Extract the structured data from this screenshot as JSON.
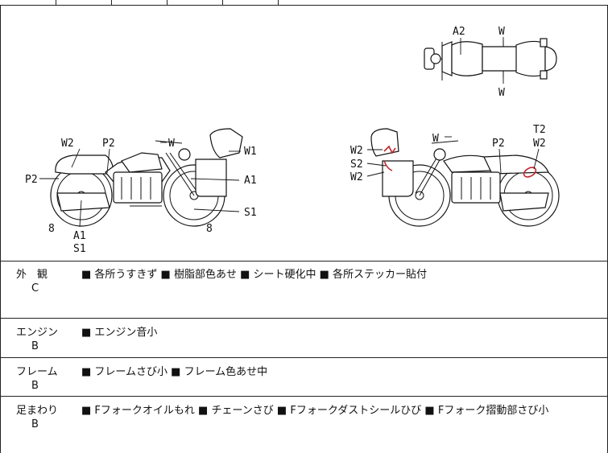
{
  "diagram": {
    "top_view_labels": {
      "a2": "A2",
      "w_top": "W",
      "w_bottom": "W"
    },
    "left_view_labels": {
      "w2": "W2",
      "p2_top": "P2",
      "w_handle": "W",
      "w1": "W1",
      "p2_side": "P2",
      "a1_right": "A1",
      "s1_right": "S1",
      "eight_left": "8",
      "eight_right": "8",
      "a1_bottom": "A1",
      "s1_bottom": "S1"
    },
    "right_view_labels": {
      "w2_a": "W2",
      "s2": "S2",
      "w2_b": "W2",
      "w_handle": "W",
      "p2": "P2",
      "t2": "T2",
      "w2_c": "W2"
    }
  },
  "inspection": [
    {
      "category": "外　観",
      "grade": "C",
      "notes": "■ 各所うすきず ■ 樹脂部色あせ ■ シート硬化中 ■ 各所ステッカー貼付"
    },
    {
      "category": "エンジン",
      "grade": "B",
      "notes": "■ エンジン音小"
    },
    {
      "category": "フレーム",
      "grade": "B",
      "notes": "■ フレームさび小 ■ フレーム色あせ中"
    },
    {
      "category": "足まわり",
      "grade": "B",
      "notes": "■ Fフォークオイルもれ ■ チェーンさび ■ Fフォークダストシールひび ■ Fフォーク摺動部さび小"
    }
  ]
}
